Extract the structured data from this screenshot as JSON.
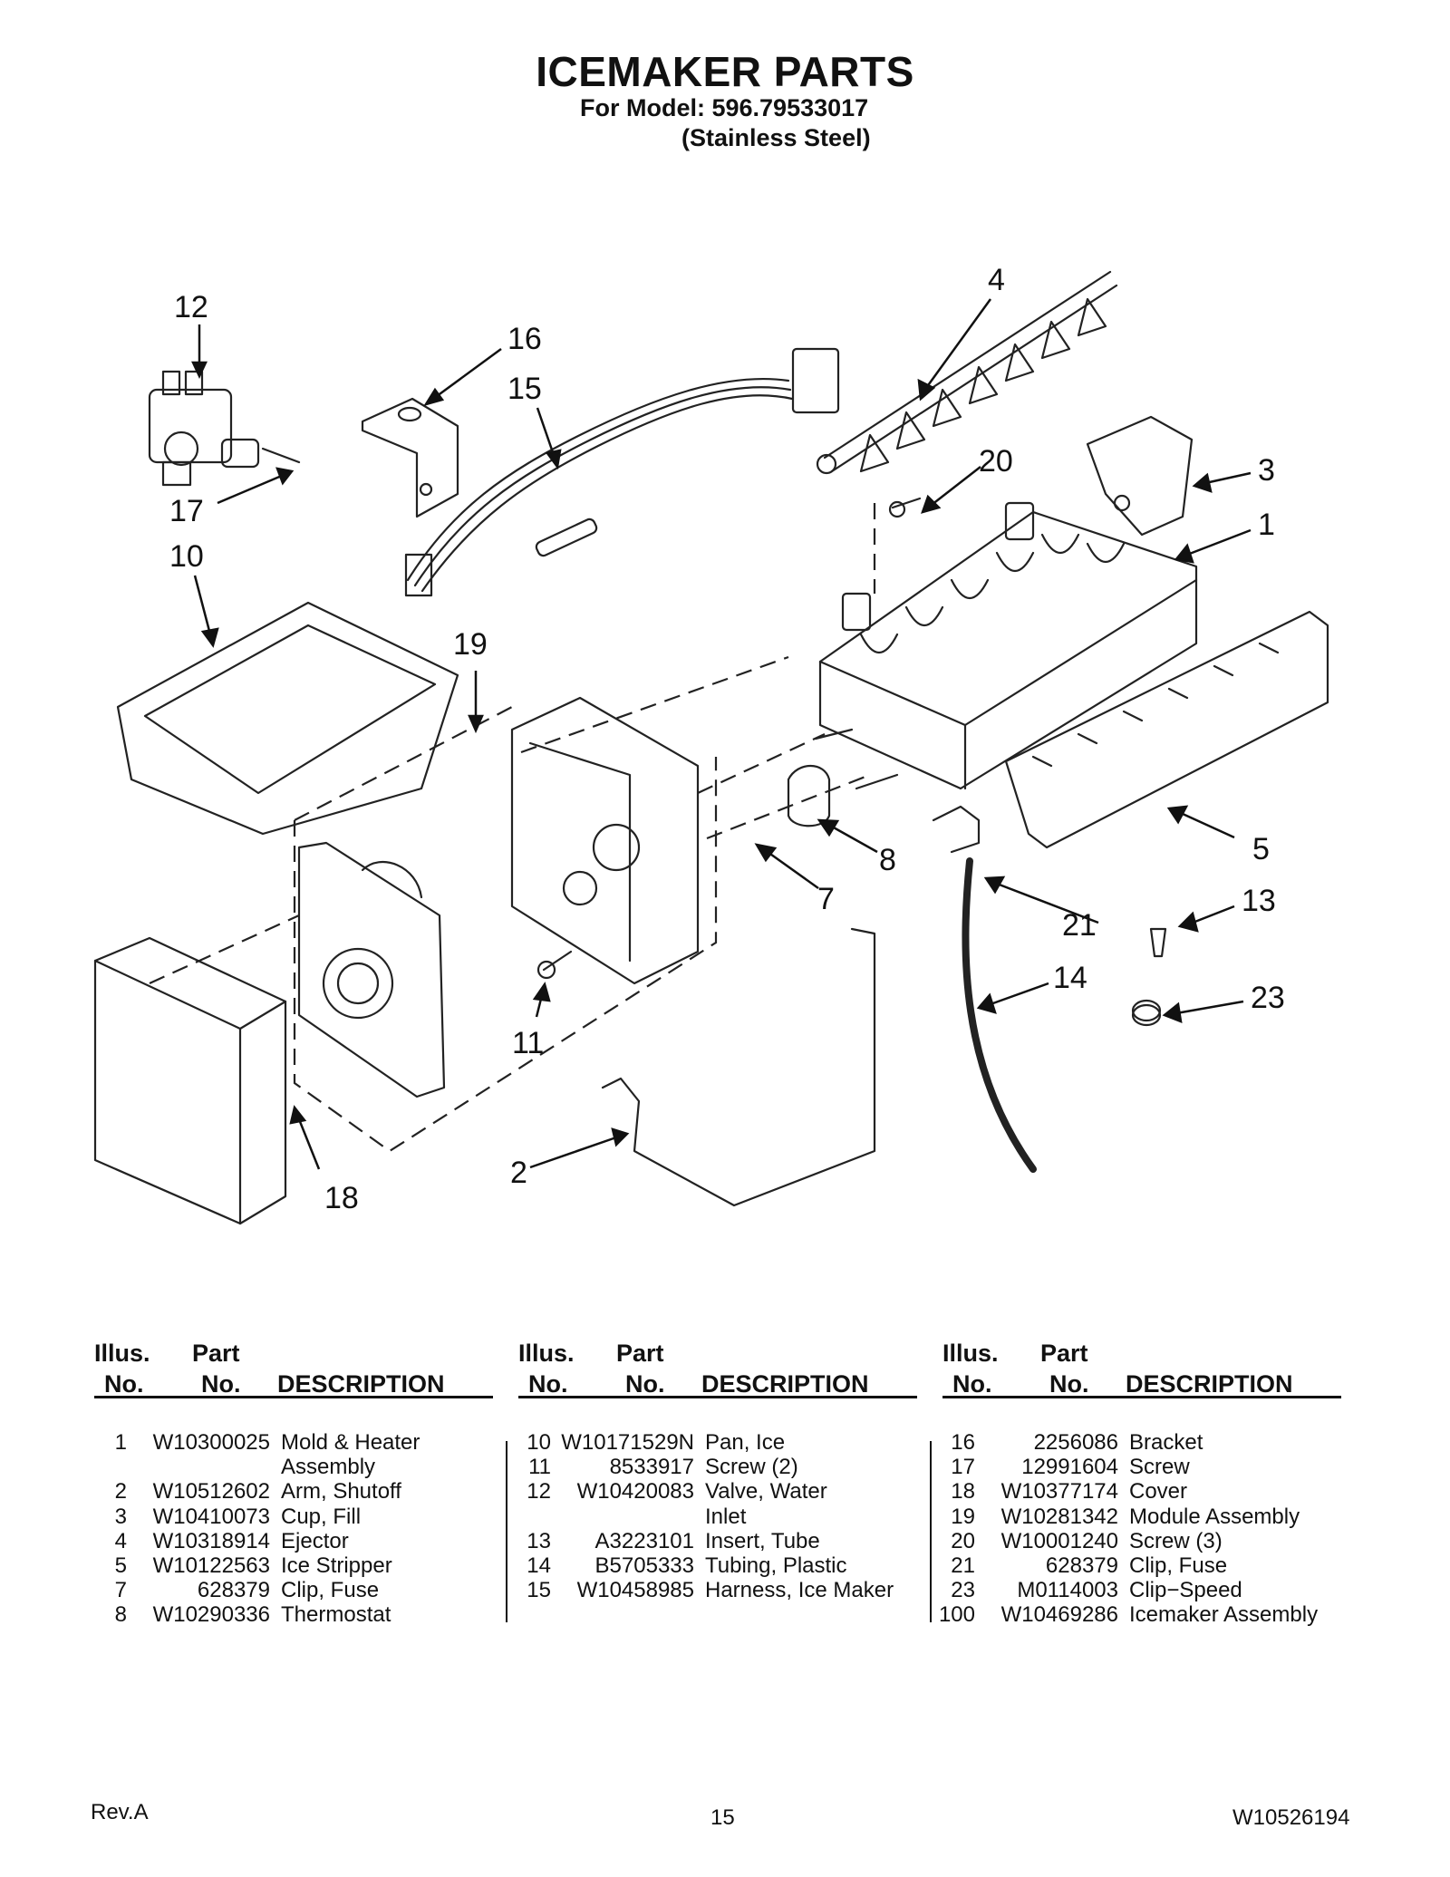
{
  "header": {
    "title": "ICEMAKER PARTS",
    "model_line": "For Model: 596.79533017",
    "finish_line": "(Stainless Steel)"
  },
  "diagram": {
    "callouts": [
      "12",
      "16",
      "15",
      "4",
      "20",
      "3",
      "1",
      "17",
      "10",
      "19",
      "5",
      "8",
      "7",
      "21",
      "13",
      "14",
      "23",
      "11",
      "2",
      "18"
    ]
  },
  "table": {
    "headers": {
      "illus": "Illus.",
      "no": "No.",
      "part": "Part",
      "part_no": "No.",
      "description": "DESCRIPTION"
    },
    "columns": [
      [
        {
          "no": "1",
          "part": "W10300025",
          "desc": "Mold & Heater"
        },
        {
          "no": "",
          "part": "",
          "desc": "Assembly"
        },
        {
          "no": "2",
          "part": "W10512602",
          "desc": "Arm, Shutoff"
        },
        {
          "no": "3",
          "part": "W10410073",
          "desc": "Cup, Fill"
        },
        {
          "no": "4",
          "part": "W10318914",
          "desc": "Ejector"
        },
        {
          "no": "5",
          "part": "W10122563",
          "desc": "Ice Stripper"
        },
        {
          "no": "7",
          "part": "628379",
          "desc": "Clip, Fuse"
        },
        {
          "no": "8",
          "part": "W10290336",
          "desc": "Thermostat"
        }
      ],
      [
        {
          "no": "10",
          "part": "W10171529N",
          "desc": "Pan, Ice"
        },
        {
          "no": "11",
          "part": "8533917",
          "desc": "Screw (2)"
        },
        {
          "no": "12",
          "part": "W10420083",
          "desc": "Valve, Water"
        },
        {
          "no": "",
          "part": "",
          "desc": "Inlet"
        },
        {
          "no": "13",
          "part": "A3223101",
          "desc": "Insert, Tube"
        },
        {
          "no": "14",
          "part": "B5705333",
          "desc": "Tubing, Plastic"
        },
        {
          "no": "15",
          "part": "W10458985",
          "desc": "Harness, Ice Maker"
        }
      ],
      [
        {
          "no": "16",
          "part": "2256086",
          "desc": "Bracket"
        },
        {
          "no": "17",
          "part": "12991604",
          "desc": "Screw"
        },
        {
          "no": "18",
          "part": "W10377174",
          "desc": "Cover"
        },
        {
          "no": "19",
          "part": "W10281342",
          "desc": "Module Assembly"
        },
        {
          "no": "20",
          "part": "W10001240",
          "desc": "Screw (3)"
        },
        {
          "no": "21",
          "part": "628379",
          "desc": "Clip, Fuse"
        },
        {
          "no": "23",
          "part": "M0114003",
          "desc": "Clip−Speed"
        },
        {
          "no": "100",
          "part": "W10469286",
          "desc": "Icemaker Assembly"
        }
      ]
    ]
  },
  "footer": {
    "revision": "Rev.A",
    "page_number": "15",
    "doc_number": "W10526194"
  }
}
